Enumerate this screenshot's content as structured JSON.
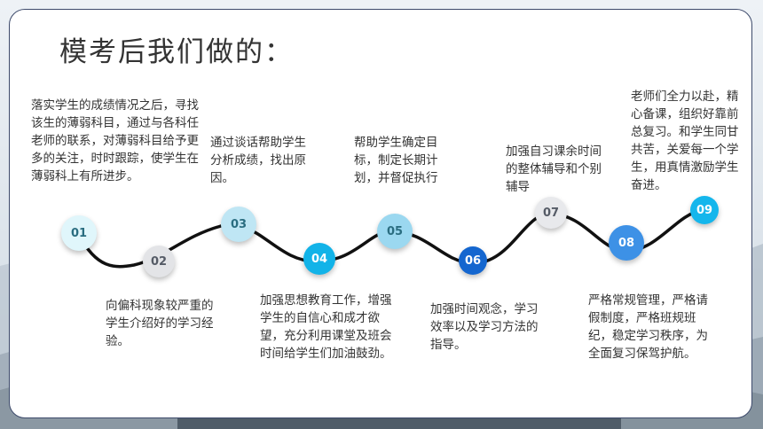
{
  "slide": {
    "title": "模考后我们做的："
  },
  "colors": {
    "frame": "#3d4a6b",
    "curve": "#111111",
    "text": "#333333"
  },
  "steps": [
    {
      "num": "01",
      "text": "落实学生的成绩情况之后，寻找该生的薄弱科目，通过与各科任老师的联系，对薄弱科目给予更多的关注，时时跟踪，使学生在薄弱科上有所进步。",
      "fill": "#e0f6fb",
      "num_color": "#2a6d80"
    },
    {
      "num": "02",
      "text": "向偏科现象较严重的学生介绍好的学习经验。",
      "fill": "#e3e4e7",
      "num_color": "#555b66"
    },
    {
      "num": "03",
      "text": "通过谈话帮助学生分析成绩，找出原因。",
      "fill": "#bfe6f4",
      "num_color": "#2a6d80"
    },
    {
      "num": "04",
      "text": "加强思想教育工作，增强学生的自信心和成才欲望，充分利用课堂及班会时间给学生们加油鼓劲。",
      "fill": "#12b3e8",
      "num_color": "#ffffff"
    },
    {
      "num": "05",
      "text": "帮助学生确定目标，制定长期计划，并督促执行",
      "fill": "#9bd8f0",
      "num_color": "#2a6d80"
    },
    {
      "num": "06",
      "text": "加强时间观念，学习效率以及学习方法的指导。",
      "fill": "#1466cf",
      "num_color": "#ffffff"
    },
    {
      "num": "07",
      "text": "加强自习课余时间的整体辅导和个别辅导",
      "fill": "#e8e9ec",
      "num_color": "#555b66"
    },
    {
      "num": "08",
      "text": "严格常规管理，严格请假制度，严格班规班纪，稳定学习秩序，为全面复习保驾护航。",
      "fill": "#3d91e6",
      "num_color": "#ffffff"
    },
    {
      "num": "09",
      "text": "老师们全力以赴，精心备课，组织好靠前总复习。和学生同甘共苦，关爱每一个学生，用真情激励学生奋进。",
      "fill": "#14b6ec",
      "num_color": "#ffffff"
    }
  ]
}
